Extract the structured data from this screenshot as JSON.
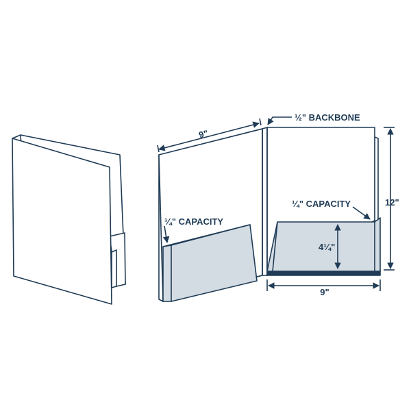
{
  "labels": {
    "width_top": "9\"",
    "backbone": "½\" BACKBONE",
    "height": "12\"",
    "left_capacity": "¼\" CAPACITY",
    "right_capacity": "¼\" CAPACITY",
    "pocket_height": "4¼\"",
    "width_bottom": "9\""
  },
  "colors": {
    "stroke": "#1f3b55",
    "pocket_fill": "#d4dce3",
    "background": "#ffffff"
  }
}
